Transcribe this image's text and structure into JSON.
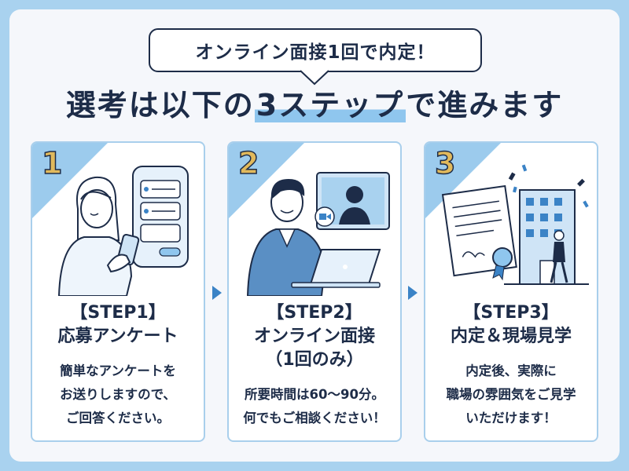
{
  "bubble_text": "オンライン面接1回で内定！",
  "headline": {
    "prefix": "選考は以下の",
    "highlight": "3ステップ",
    "suffix": "で進みます"
  },
  "steps": [
    {
      "number": "1",
      "label": "【STEP1】",
      "title_lines": [
        "応募アンケート"
      ],
      "desc_lines": [
        "簡単なアンケートを",
        "お送りしますので、",
        "ご回答ください。"
      ]
    },
    {
      "number": "2",
      "label": "【STEP2】",
      "title_lines": [
        "オンライン面接",
        "（1回のみ）"
      ],
      "desc_lines": [
        "所要時間は60〜90分。",
        "何でもご相談ください！"
      ]
    },
    {
      "number": "3",
      "label": "【STEP3】",
      "title_lines": [
        "内定＆現場見学"
      ],
      "desc_lines": [
        "内定後、実際に",
        "職場の雰囲気をご見学",
        "いただけます！"
      ]
    }
  ],
  "icons": [
    "woman-with-smartphone-illustration",
    "man-video-call-illustration",
    "certificate-building-illustration",
    "arrow-right-icon"
  ],
  "colors": {
    "background": "#a9d2ef",
    "navy": "#1d2c48",
    "accent_blue": "#3b83c6",
    "number_gold": "#e1b95c",
    "card_border": "#a9cfec"
  }
}
